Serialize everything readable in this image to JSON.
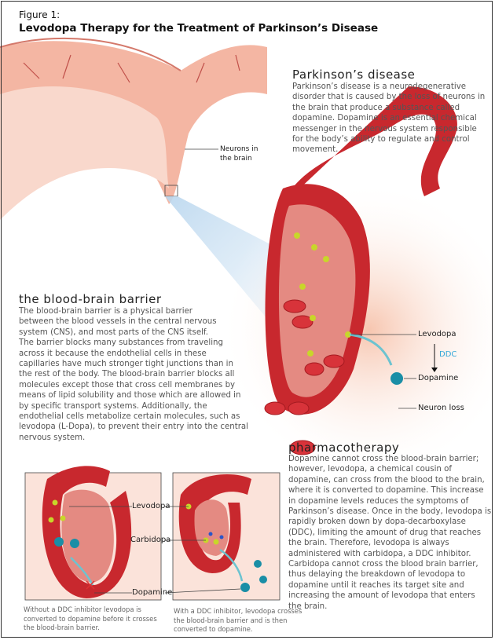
{
  "figure": {
    "label": "Figure 1:",
    "title": "Levodopa Therapy for the Treatment of Parkinson’s Disease"
  },
  "parkinsons": {
    "heading": "Parkinson’s disease",
    "lines": [
      "Parkinson’s disease is a neurodegenerative",
      "disorder that is caused by the loss of neurons in",
      "the brain that produce a substance called",
      "dopamine. Dopamine is an essential chemical",
      "messenger in the nervous system responsible",
      "for the body’s ability to regulate and control",
      "movement."
    ]
  },
  "bbb": {
    "heading": "the blood-brain barrier",
    "lines": [
      "The blood-brain barrier is a physical barrier",
      "between the blood vessels in the central nervous",
      "system (CNS), and most parts of the CNS itself.",
      "The barrier blocks many substances from traveling",
      "across it because the endothelial cells in these",
      "capillaries have much stronger tight junctions than in",
      "the rest of the body. The blood-brain barrier blocks all",
      "molecules except those that cross cell membranes by",
      "means of lipid solubility and those which are allowed in",
      "by specific transport systems. Additionally, the",
      "endothelial cells metabolize certain molecules, such as",
      "levodopa (L-Dopa), to prevent their entry into the central",
      "nervous system."
    ]
  },
  "pharmacotherapy": {
    "heading": "pharmacotherapy",
    "lines": [
      "Dopamine cannot cross the blood-brain barrier;",
      "however, levodopa, a chemical cousin of",
      "dopamine, can cross from the blood to the brain,",
      "where it is converted to dopamine. This increase",
      "in dopamine levels reduces the symptoms of",
      "Parkinson’s disease. Once in the body, levodopa is",
      "rapidly broken down by dopa-decarboxylase",
      "(DDC), limiting the amount of drug that reaches",
      "the brain. Therefore, levodopa is always",
      "administered with carbidopa, a DDC inhibitor.",
      "Carbidopa cannot cross the blood brain barrier,",
      "thus delaying the breakdown of levodopa to",
      "dopamine until it reaches its target site and",
      "increasing the amount of levodopa that enters",
      "the brain."
    ]
  },
  "labels": {
    "neurons": [
      "Neurons in",
      "the brain"
    ],
    "levodopa": "Levodopa",
    "ddc": "DDC",
    "dopamine": "Dopamine",
    "neuron_loss": "Neuron loss",
    "inset_levodopa": "Levodopa",
    "inset_carbidopa": "Carbidopa",
    "inset_dopamine": "Dopamine"
  },
  "captions": {
    "left": [
      "Without a DDC inhibitor levodopa is",
      "converted to dopamine before it crosses",
      "the blood-brain barrier."
    ],
    "right": [
      "With a DDC inhibitor, levodopa crosses",
      "the blood-brain barrier and is then",
      "converted to dopamine."
    ]
  },
  "colors": {
    "vessel": "#c8282e",
    "levodopa": "#c8d62a",
    "dopamine": "#1a8ea6",
    "ddc": "#35a8d8",
    "tissue": "#f6cfc0"
  }
}
